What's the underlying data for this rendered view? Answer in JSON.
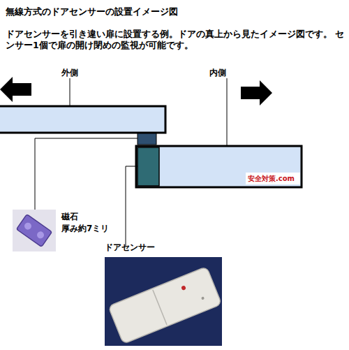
{
  "diagram": {
    "title": "無線方式のドアセンサーの設置イメージ図",
    "labels": [
      "ドアセンサーを引き違い扉に設置する例。ドアの真上から見たイメージ図です。 センサー1個で扉の開け閉めの監視が可能です。",
      "外側",
      "内側",
      "安全対策.com",
      "磁石",
      "厚み約7ミリ",
      "ドアセンサー"
    ]
  }
}
